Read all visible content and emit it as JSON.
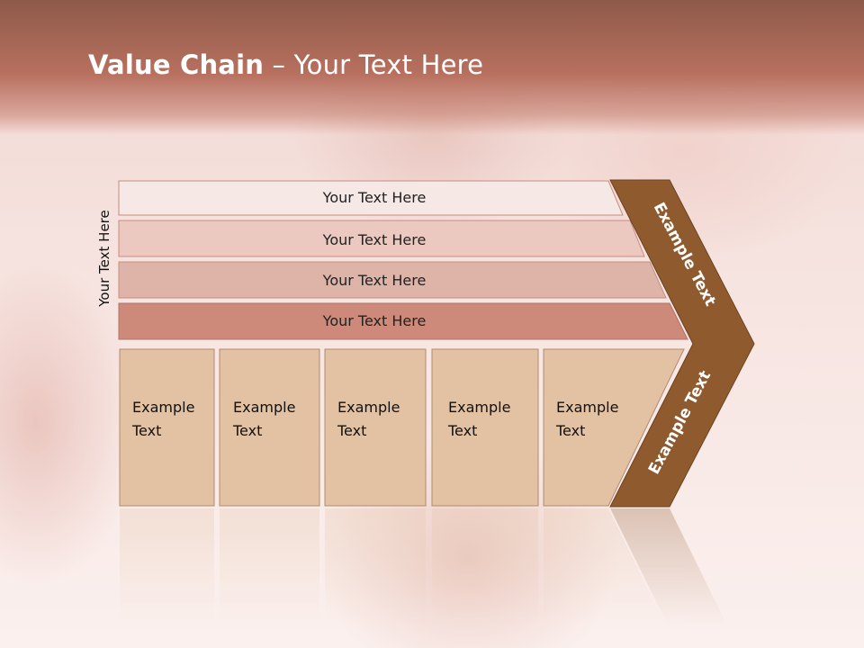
{
  "title": {
    "bold": "Value Chain",
    "rest": " – Your Text Here"
  },
  "side_label": "Your Text Here",
  "support_bars": [
    "Your Text Here",
    "Your Text Here",
    "Your Text Here",
    "Your Text Here"
  ],
  "primary_boxes": [
    {
      "line1": "Example",
      "line2": "Text"
    },
    {
      "line1": "Example",
      "line2": "Text"
    },
    {
      "line1": "Example",
      "line2": "Text"
    },
    {
      "line1": "Example",
      "line2": "Text"
    },
    {
      "line1": "Example",
      "line2": "Text"
    }
  ],
  "chevron": {
    "upper": "Example Text",
    "lower": "Example Text"
  },
  "colors": {
    "bar1": "#f6e8e5",
    "bar2": "#ebc9c1",
    "bar3": "#dfb4a8",
    "bar4": "#cd8a7b",
    "box": "#e2c2a3",
    "chevron": "#8e5a2e",
    "header": "#a8634f"
  }
}
